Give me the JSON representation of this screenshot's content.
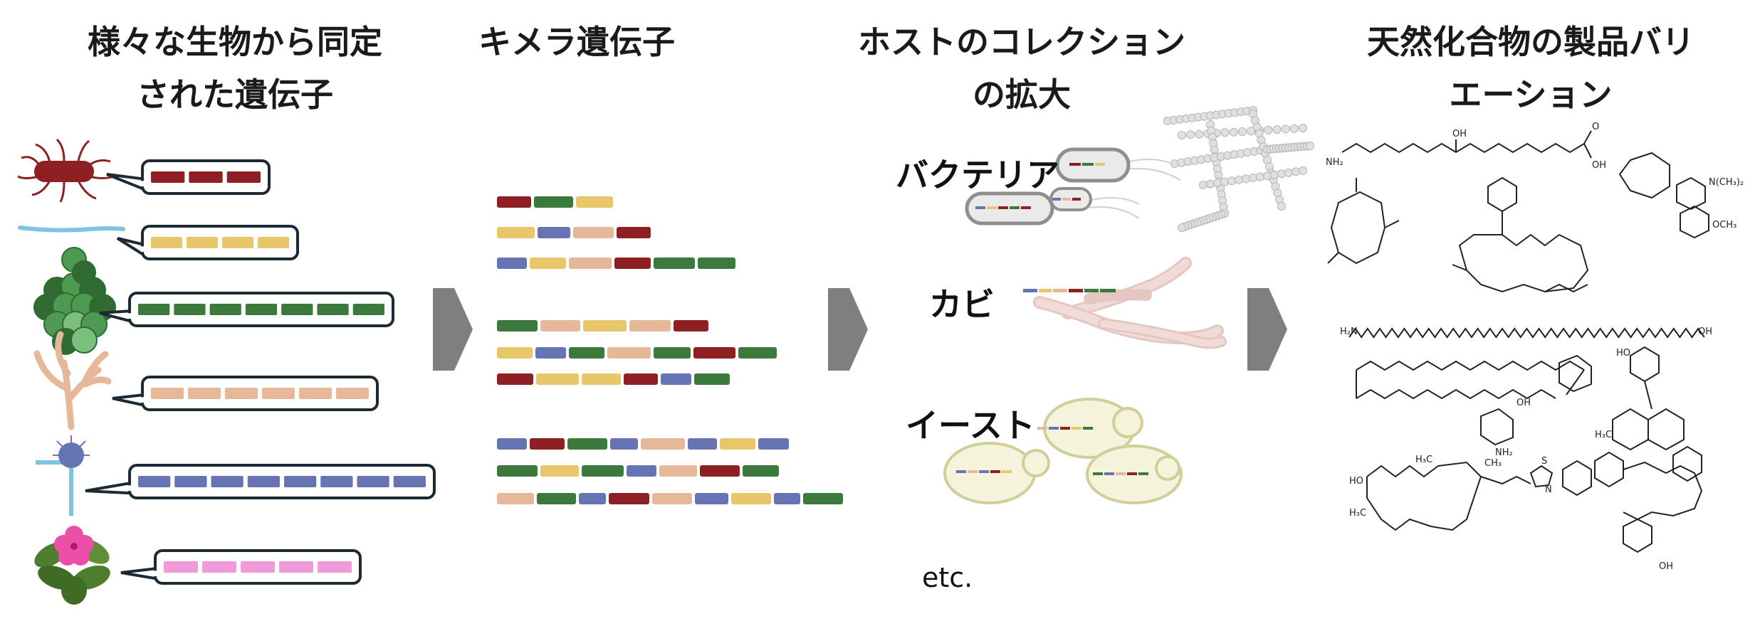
{
  "columns": [
    {
      "line1": "様々な生物から同定",
      "line2": "された遺伝子"
    },
    {
      "line1": "キメラ遺伝子",
      "line2": ""
    },
    {
      "line1": "ホストのコレクション",
      "line2": "の拡大"
    },
    {
      "line1": "天然化合物の製品バリ",
      "line2": "エーション"
    }
  ],
  "hosts": [
    "バクテリア",
    "カビ",
    "イースト"
  ],
  "footer": "etc.",
  "colors": {
    "red": "#8e1f22",
    "green": "#3b7a3c",
    "yellow": "#e7c76a",
    "peach": "#e6b89a",
    "blue": "#6674b4",
    "pink": "#f19ad9",
    "arrow": "#7f7f7f",
    "box": "#1e2a33"
  },
  "source_genes": [
    {
      "organism": "bacterium",
      "color": "red",
      "segments": 3
    },
    {
      "organism": "filament",
      "color": "yellow",
      "segments": 4
    },
    {
      "organism": "green-algae",
      "color": "green",
      "segments": 7
    },
    {
      "organism": "fungus-hyphae",
      "color": "peach",
      "segments": 6
    },
    {
      "organism": "mold",
      "color": "blue",
      "segments": 8
    },
    {
      "organism": "plant-flower",
      "color": "pink",
      "segments": 5
    }
  ],
  "chimeras": [
    [
      "red",
      "green",
      "yellow"
    ],
    [
      "yellow",
      "blue",
      "peach",
      "red"
    ],
    [
      "blue",
      "yellow",
      "peach",
      "red",
      "green",
      "green"
    ],
    [
      "green",
      "peach",
      "yellow",
      "peach",
      "red"
    ],
    [
      "yellow",
      "blue",
      "green",
      "peach",
      "green",
      "red",
      "green"
    ],
    [
      "red",
      "yellow",
      "yellow",
      "red",
      "blue",
      "green"
    ],
    [
      "blue",
      "red",
      "green",
      "blue",
      "peach",
      "blue",
      "yellow",
      "blue"
    ],
    [
      "green",
      "yellow",
      "green",
      "blue",
      "peach",
      "red",
      "green"
    ],
    [
      "peach",
      "green",
      "blue",
      "red",
      "peach",
      "blue",
      "yellow",
      "blue",
      "green"
    ]
  ],
  "chem_labels": {
    "nh2": "NH₂",
    "hn": "H",
    "oh": "OH",
    "nch3": "N(CH₃)₂",
    "och3": "OCH₃",
    "h2n": "H₂N",
    "ho": "HO",
    "h3c": "H₃C",
    "ch3": "CH₃",
    "o": "O",
    "n": "N",
    "s": "S"
  }
}
